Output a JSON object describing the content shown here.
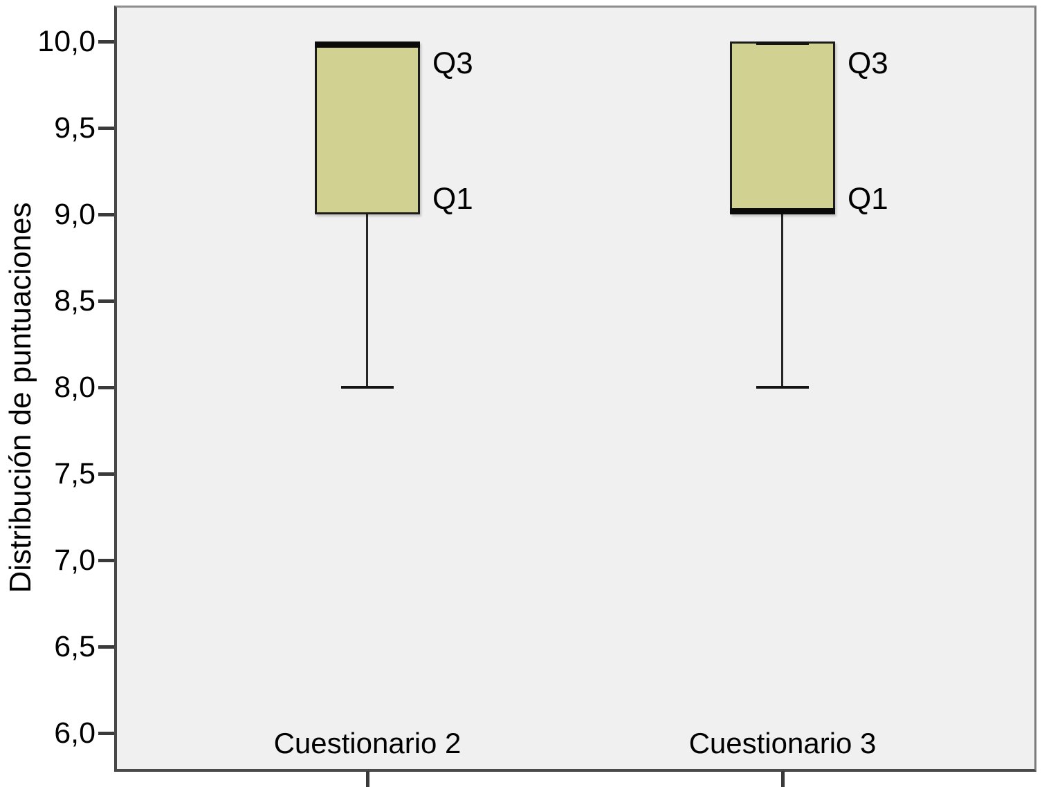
{
  "chart_data": {
    "type": "box",
    "title": "",
    "xlabel": "",
    "ylabel": "Distribución de puntuaciones",
    "categories": [
      "Cuestionario 2",
      "Cuestionario 3"
    ],
    "y_ticks": [
      "10,0",
      "9,5",
      "9,0",
      "8,5",
      "8,0",
      "7,5",
      "7,0",
      "6,5",
      "6,0"
    ],
    "y_tick_values": [
      10.0,
      9.5,
      9.0,
      8.5,
      8.0,
      7.5,
      7.0,
      6.5,
      6.0
    ],
    "ylim": [
      5.78,
      10.21
    ],
    "grid": false,
    "legend": null,
    "decimal_separator": ",",
    "series": [
      {
        "name": "Cuestionario 2",
        "q1": 9.0,
        "median": 10.0,
        "q3": 10.0,
        "whisker_low": 8.0,
        "whisker_high": 10.0,
        "q3_label": "Q3",
        "q1_label": "Q1"
      },
      {
        "name": "Cuestionario 3",
        "q1": 9.0,
        "median": 9.0,
        "q3": 10.0,
        "whisker_low": 8.0,
        "whisker_high": 10.0,
        "q3_label": "Q3",
        "q1_label": "Q1"
      }
    ],
    "colors": {
      "box_fill": "#d1d292",
      "box_border": "#1c1c1c",
      "plot_background": "#f0f0f0",
      "page_background": "#ffffff",
      "text": "#000000"
    }
  }
}
